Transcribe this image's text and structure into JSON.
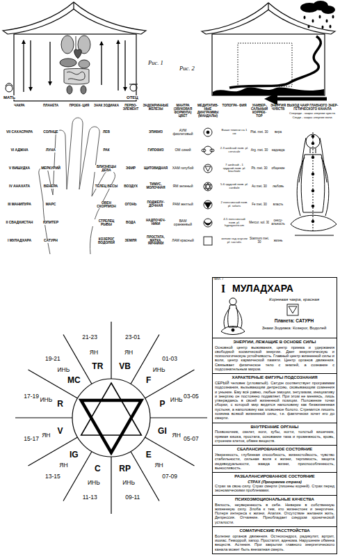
{
  "diagram": {
    "nodes": [
      {
        "text": [
          "I",
          "МУЛАДХАРА",
          "Корневая чакра, красная",
          "Планета: САТУРН",
          "Знаки Зодиака: Козерог, Водолей"
        ]
      },
      {
        "text": [
          "ЭНЕРГИИ, ЛЕЖАЩИЕ В ОСНОВЕ СИЛЫ",
          "Основной центр выживания, центр приема и удержания свободной космической энергии. Дает энергетическую и психологическую устойчивость. Главный центр жизненной силы и воли, центр кармической памяти. Центр органов движения. Связывает физическое тело с землей, а сознание с подсознательным миром."
        ],
        "in": 0
      },
      {
        "text": [
          "ХАРАКТЕРНЫЕ ФИГУРЫ ПОДСОЗНАНИЯ",
          "СЕРЫЙ человек (угловатый). Сатурн соответствует программам подсознания, вызывающим депрессию, сковывающим сомнения и уныние. Ему всё равно, любые эмоции, энтузиазм, инициативу и энергию он постоянно подавляет. При этом не меняясь, лишь утверждаясь в своей жизненной позиции. Положение точки сборки, с которой мир видится наполовину как безжизненная пустыня, а наполовину как зловонное болото. Стремится лишить хозяина всякой жизненной силы, т.е. фактически хочет его до смерти."
        ],
        "in": 0
      },
      {
        "text": [
          "ВНУТРЕННИЕ ОРГАНЫ",
          "Позвоночник, скелет, ноги, зубы, ногти, толстый кишечник, прямая кишка, простата, основание таза и промежность, кровь, строение клеток, обмен веществ."
        ],
        "in": 0
      },
      {
        "text": [
          "СБАЛАНСИРОВАННОЕ СОСТОЯНИЕ",
          "Уверенность, глубинная способность, жизнестойкость, чувство стабильности, сильная воля к жизни, терпимость, защита индивидуальности, жажда жизни, приспособленность, выносливость."
        ],
        "in": 0
      },
      {
        "text": [
          "РАЗБАЛАНСИРОВАННОЕ СОСТОЯНИЕ",
          "СТРАХ (Программа страха)",
          "Страх за свою силу. Страх смерти (лишены корней). Страх перед экономическими проблемами."
        ],
        "in": 0
      },
      {
        "text": [
          "ПСИХОЭМОЦИОНАЛЬНЫЕ КАЧЕСТВА",
          "Вялость, неуверенность в себе. Неверие в собственную жизненную силу. Злоба к тем, кто жизнестоек и энергичен. Потеря интереса к жизни. Апатия. Отсутствие желания жить. Депрессия. Отчаяние. Преобладает синдром хронической усталости."
        ],
        "in": 0
      },
      {
        "text": [
          "СОМАТИЧЕСКИЕ РАССТРОЙСТВА",
          "Болезни органов движения. Остеохондроз, радикулит, артрит, ишиас. Геморрой, запор. Простатит, аденома. Нарушение обмена веществ. Астения. При закрытии главного энергетического канала может быть внезапная смерть."
        ],
        "in": 0
      }
    ],
    "labels": [
      "Рис. 1",
      "Рис. 2",
      "МАТЬ",
      "ОТЕЦ",
      "ЧАКРА",
      "ПЛАНЕТА",
      "ПРОЕК- ЦИЯ",
      "ЗНАК ЗОДИАКА",
      "ПЕРВО- ЭЛЕМЕНТ",
      "ЭНДОКРИННЫЕ ЖЕЛЕЗЫ",
      "МАНТРА (ЗВУКОВАЯ ФОРМУЛА) ЦВЕТ",
      "МЕДИТАТИВ- НЫЕ ДИАГРАММЫ (МАНДАЛЫ)",
      "ТОПОГРА- ФИЯ",
      "УНИВЕР- САЛЬНЫЙ КОРРЕК- ТОР",
      "ЭНЕРГИЯ ЧУВСТВ",
      "ВЫХОД ЧАКР ГЛАВНОГО ЭНЕР- ГЕТИЧЕСКОГО КАНАЛА",
      "Спереди - чакры энергии чувств.",
      "Сзади - чакры энергии воли.",
      "VII САХАСРАРА",
      "СОЛНЦЕ",
      "ЛЕВ",
      "ЭПИФИЗ",
      "АУМ фиолетовый",
      "Выше темени на 1 см",
      "Plat. met. 30",
      "вера",
      "VI АДЖНА",
      "ЛУНА",
      "РАК",
      "ГИПОФИЗ",
      "ОМ синий",
      "2-3 шейный позв. pl. cervicale",
      "Arg. met. 30",
      "надежда",
      "V ВИШУДХА",
      "МЕРКУРИЙ",
      "БЛИЗНЕЦЫ ДЕВА",
      "ЭФИР",
      "ЩИТОВИДНАЯ",
      "ХАМ голубой",
      "7 шейный - 1 грудной позв. pl. brachiale",
      "Pb. met. 30",
      "общение",
      "IV АНАХАТА",
      "ВЕНЕРА",
      "ТЕЛЕЦ ВЕСЫ",
      "ВОЗДУХ",
      "ТИМУС, МОЛОЧНАЯ",
      "ЯМ зеленый",
      "5-6 грудной позв. pl. cardiale",
      "Au met. 30",
      "любовь",
      "III МАНИПУРА",
      "МАРС",
      "ОВЕН СКОРПИОН",
      "ОГОНЬ",
      "ПОДЖЕЛУ- ДОЧНАЯ",
      "РАМ желтый",
      "2 поясничный позв. pl. solaris",
      "Fe met. 30",
      "власть",
      "II СВАДХИСТАН",
      "ЮПИТЕР",
      "СТРЕЛЕЦ РЫБЫ",
      "ВОДА",
      "НАДПОЧЕЧ- НИКИ",
      "ВАМ оранжевый",
      "4-5 поясничный позв. pl. hypogastricum",
      "Mercur. sol. 30",
      "сексу- альность",
      "I МУЛАДХАРА",
      "САТУРН",
      "КОЗЕРОГ ВОДОЛЕЙ",
      "ЗЕМЛЯ",
      "ПРОСТАТА, МАТКА, ЯИЧНИКИ",
      "ЛАМ красный",
      "копчик над анусом pl. sacralis",
      "Stannum met. 30",
      "жизнь",
      "21-23",
      "ЯН",
      "TR",
      "23-01",
      "ЯН",
      "VB",
      "01-03",
      "ИНЬ",
      "F",
      "03-05",
      "ИНЬ",
      "P",
      "05-07",
      "ЯН",
      "GI",
      "07-09",
      "ЯН",
      "E",
      "09-11",
      "ИНЬ",
      "RP",
      "11-13",
      "ИНЬ",
      "C",
      "13-15",
      "ЯН",
      "IG",
      "15-17",
      "ЯН",
      "V",
      "17-19",
      "ИНЬ",
      "R",
      "19-21",
      "ИНЬ",
      "MC",
      "табл. 7"
    ]
  }
}
